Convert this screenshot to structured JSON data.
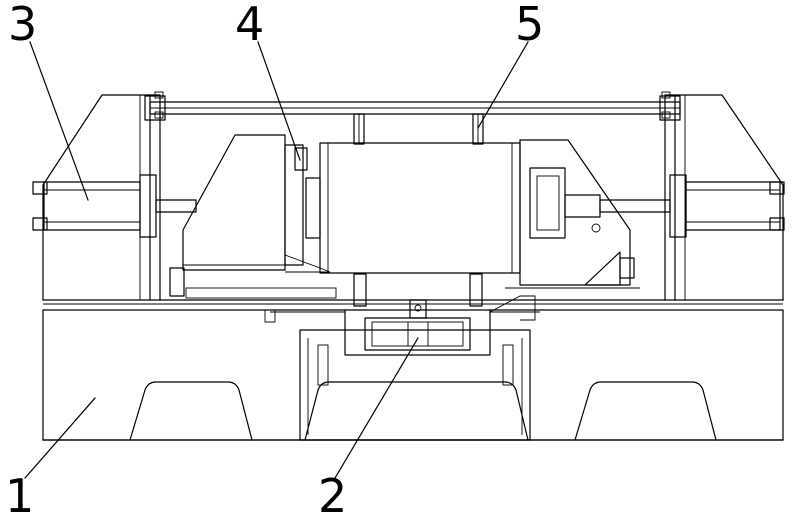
{
  "callouts": [
    {
      "id": "1",
      "text": "1"
    },
    {
      "id": "2",
      "text": "2"
    },
    {
      "id": "3",
      "text": "3"
    },
    {
      "id": "4",
      "text": "4"
    },
    {
      "id": "5",
      "text": "5"
    }
  ],
  "colors": {
    "line": "#000000",
    "background": "#ffffff"
  }
}
